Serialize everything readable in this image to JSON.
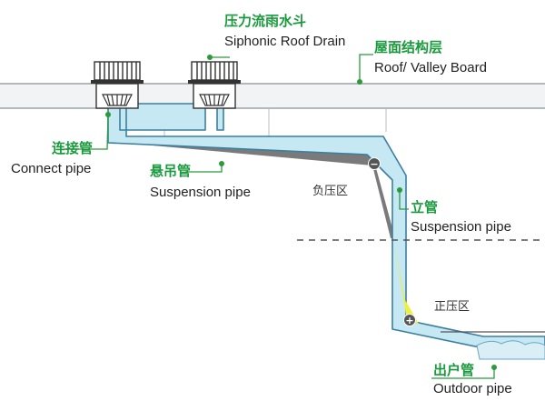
{
  "labels": {
    "drain_cn": "压力流雨水斗",
    "drain_en": "Siphonic Roof Drain",
    "roof_cn": "屋面结构层",
    "roof_en": "Roof/ Valley Board",
    "connect_cn": "连接管",
    "connect_en": "Connect pipe",
    "suspension_cn": "悬吊管",
    "suspension_en": "Suspension pipe",
    "vertical_cn": "立管",
    "vertical_en": "Suspension pipe",
    "outdoor_cn": "出户管",
    "outdoor_en": "Outdoor pipe",
    "negative_zone": "负压区",
    "positive_zone": "正压区",
    "minus_sign": "−",
    "plus_sign": "+"
  },
  "colors": {
    "label_green": "#1a9a3c",
    "leader_green": "#2a9a3c",
    "pipe_fill": "#c5e8f3",
    "pipe_stroke": "#3a7fa0",
    "negative_pressure": "#7a7a7a",
    "positive_pressure": "#eef03a",
    "roof_line": "#9aa3aa",
    "ground_line": "#555555"
  },
  "icons": {
    "drain": "siphonic-drain-icon",
    "minus_marker": "minus-circle-icon",
    "plus_marker": "plus-circle-icon"
  }
}
